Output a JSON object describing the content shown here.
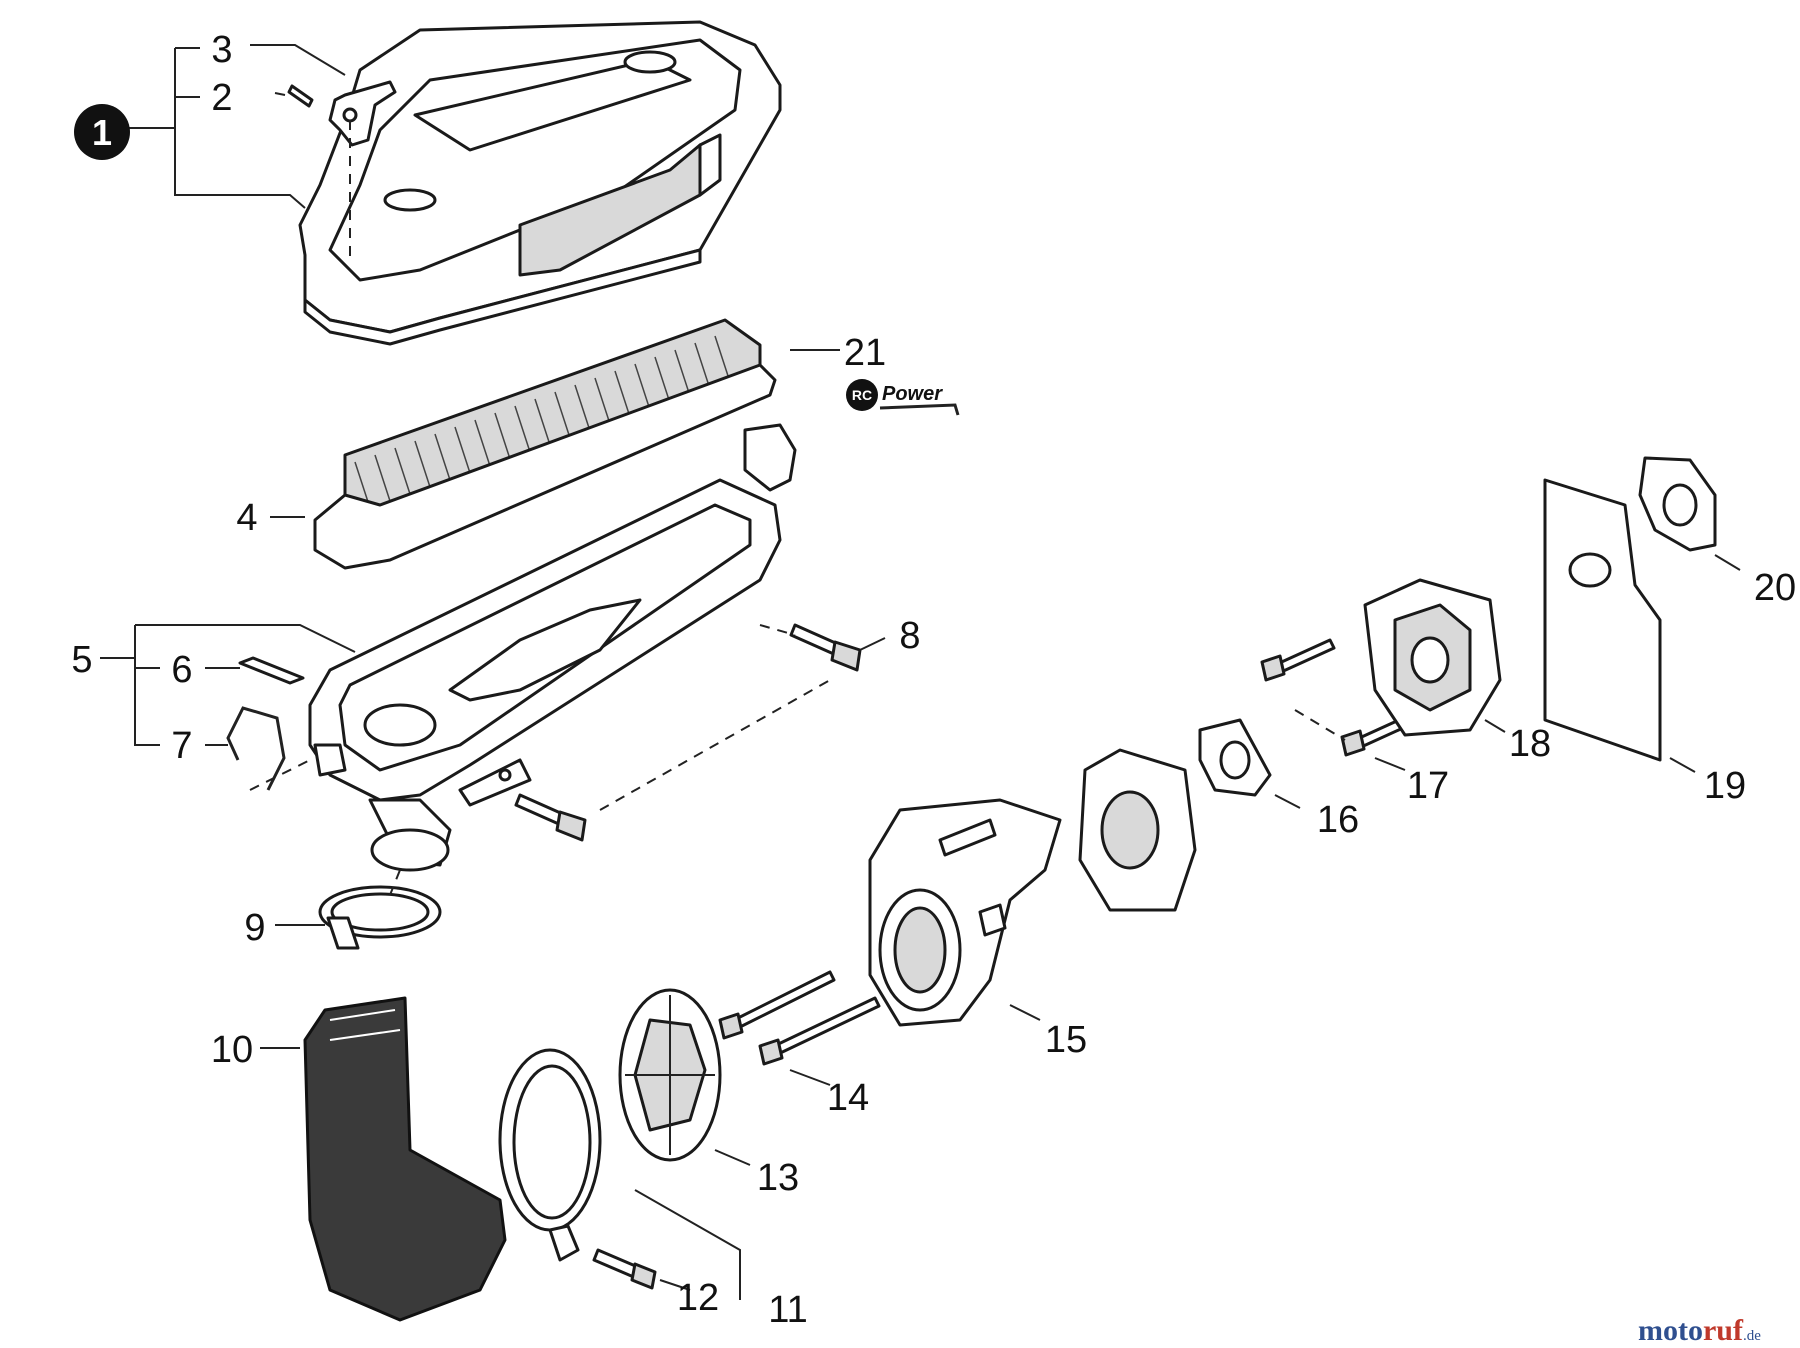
{
  "diagram": {
    "assembly_badge": "1",
    "callouts": [
      {
        "id": "c2",
        "label": "2"
      },
      {
        "id": "c3",
        "label": "3"
      },
      {
        "id": "c4",
        "label": "4"
      },
      {
        "id": "c5",
        "label": "5"
      },
      {
        "id": "c6",
        "label": "6"
      },
      {
        "id": "c7",
        "label": "7"
      },
      {
        "id": "c8",
        "label": "8"
      },
      {
        "id": "c9",
        "label": "9"
      },
      {
        "id": "c10",
        "label": "10"
      },
      {
        "id": "c11",
        "label": "11"
      },
      {
        "id": "c12",
        "label": "12"
      },
      {
        "id": "c13",
        "label": "13"
      },
      {
        "id": "c14",
        "label": "14"
      },
      {
        "id": "c15",
        "label": "15"
      },
      {
        "id": "c16",
        "label": "16"
      },
      {
        "id": "c17",
        "label": "17"
      },
      {
        "id": "c18",
        "label": "18"
      },
      {
        "id": "c19",
        "label": "19"
      },
      {
        "id": "c20",
        "label": "20"
      },
      {
        "id": "c21",
        "label": "21"
      }
    ],
    "brand_logo": {
      "badge": "RC",
      "text": "Power"
    },
    "watermark": {
      "part_a": "moto",
      "part_b": "ruf",
      "suffix": ".de"
    }
  }
}
